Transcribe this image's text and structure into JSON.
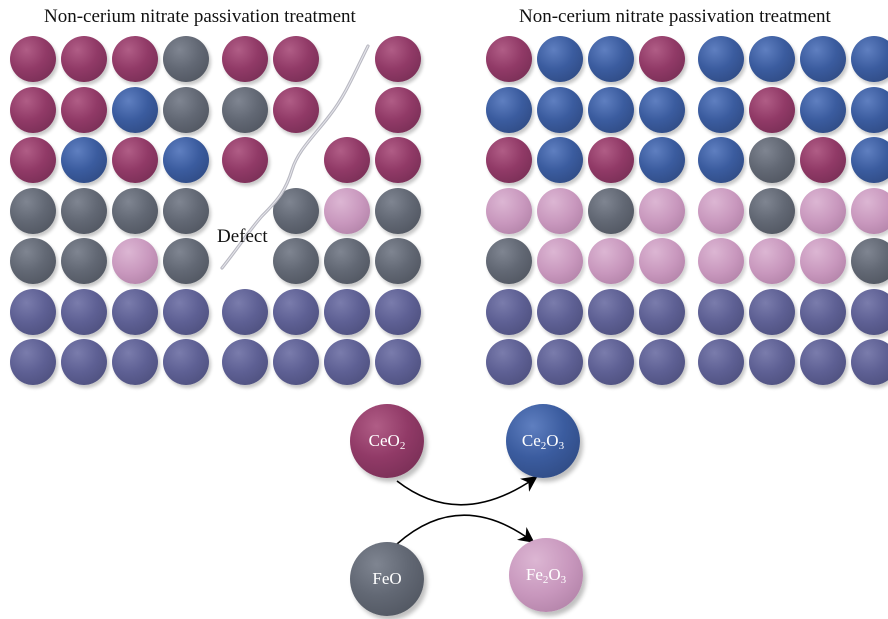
{
  "titles": {
    "left": "Non-cerium nitrate passivation treatment",
    "right": "Non-cerium nitrate passivation treatment"
  },
  "defect_label": "Defect",
  "species": {
    "ceo2": {
      "main": "CeO",
      "sub1": "2",
      "mid": "",
      "sub2": "",
      "color": "#913a67"
    },
    "ce2o3": {
      "main": "Ce",
      "sub1": "2",
      "mid": "O",
      "sub2": "3",
      "color": "#3b5c9f"
    },
    "feo": {
      "main": "FeO",
      "sub1": "",
      "mid": "",
      "sub2": "",
      "color": "#626874"
    },
    "fe2o3": {
      "main": "Fe",
      "sub1": "2",
      "mid": "O",
      "sub2": "3",
      "color": "#c897bd"
    },
    "base": {
      "color": "#5e6094"
    }
  },
  "left_grid": [
    [
      "ceo2",
      "ceo2",
      "ceo2",
      "feo",
      "ceo2",
      "ceo2",
      "none",
      "ceo2"
    ],
    [
      "ceo2",
      "ceo2",
      "ce2o3",
      "feo",
      "feo",
      "ceo2",
      "none",
      "ceo2"
    ],
    [
      "ceo2",
      "ce2o3",
      "ceo2",
      "ce2o3",
      "ceo2",
      "none",
      "ceo2",
      "ceo2"
    ],
    [
      "feo",
      "feo",
      "feo",
      "feo",
      "none",
      "feo",
      "fe2o3",
      "feo"
    ],
    [
      "feo",
      "feo",
      "fe2o3",
      "feo",
      "none",
      "feo",
      "feo",
      "feo"
    ],
    [
      "base",
      "base",
      "base",
      "base",
      "base",
      "base",
      "base",
      "base"
    ],
    [
      "base",
      "base",
      "base",
      "base",
      "base",
      "base",
      "base",
      "base"
    ]
  ],
  "right_grid": [
    [
      "ceo2",
      "ce2o3",
      "ce2o3",
      "ceo2",
      "ce2o3",
      "ce2o3",
      "ce2o3",
      "ce2o3"
    ],
    [
      "ce2o3",
      "ce2o3",
      "ce2o3",
      "ce2o3",
      "ce2o3",
      "ceo2",
      "ce2o3",
      "ce2o3"
    ],
    [
      "ceo2",
      "ce2o3",
      "ceo2",
      "ce2o3",
      "ce2o3",
      "feo",
      "ceo2",
      "ce2o3"
    ],
    [
      "fe2o3",
      "fe2o3",
      "feo",
      "fe2o3",
      "fe2o3",
      "feo",
      "fe2o3",
      "fe2o3"
    ],
    [
      "feo",
      "fe2o3",
      "fe2o3",
      "fe2o3",
      "fe2o3",
      "fe2o3",
      "fe2o3",
      "feo"
    ],
    [
      "base",
      "base",
      "base",
      "base",
      "base",
      "base",
      "base",
      "base"
    ],
    [
      "base",
      "base",
      "base",
      "base",
      "base",
      "base",
      "base",
      "base"
    ]
  ]
}
